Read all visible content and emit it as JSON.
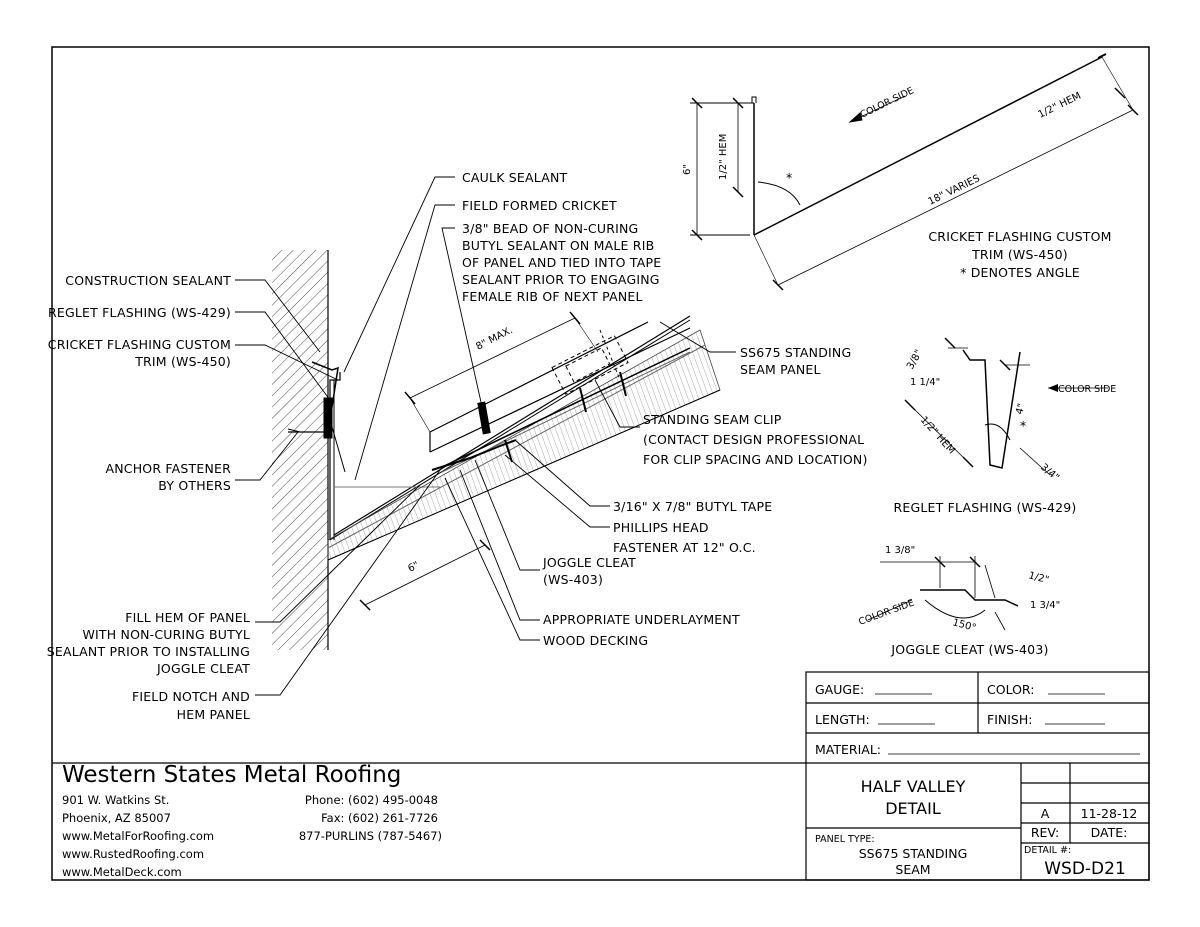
{
  "labels": {
    "caulk_sealant": "CAULK SEALANT",
    "field_formed_cricket": "FIELD FORMED CRICKET",
    "bead_line1": "3/8\" BEAD OF NON-CURING",
    "bead_line2": "BUTYL SEALANT ON MALE RIB",
    "bead_line3": "OF PANEL AND TIED INTO TAPE",
    "bead_line4": "SEALANT PRIOR TO ENGAGING",
    "bead_line5": "FEMALE RIB OF NEXT PANEL",
    "construction_sealant": "CONSTRUCTION SEALANT",
    "reglet_flashing": "REGLET FLASHING (WS-429)",
    "cricket_line1": "CRICKET FLASHING CUSTOM",
    "cricket_line2": "TRIM (WS-450)",
    "anchor_line1": "ANCHOR FASTENER",
    "anchor_line2": "BY OTHERS",
    "fill_line1": "FILL HEM OF PANEL",
    "fill_line2": "WITH NON-CURING BUTYL",
    "fill_line3": "SEALANT PRIOR TO INSTALLING",
    "fill_line4": "JOGGLE CLEAT",
    "notch_line1": "FIELD NOTCH AND",
    "notch_line2": "HEM PANEL",
    "ss675_line1": "SS675 STANDING",
    "ss675_line2": "SEAM PANEL",
    "clip_line1": "STANDING SEAM CLIP",
    "clip_line2": "(CONTACT DESIGN PROFESSIONAL",
    "clip_line3": "FOR CLIP SPACING AND LOCATION)",
    "butyl_tape": "3/16\" X 7/8\" BUTYL TAPE",
    "phillips_line1": "PHILLIPS HEAD",
    "phillips_line2": "FASTENER AT 12\" O.C.",
    "joggle_line1": "JOGGLE CLEAT",
    "joggle_line2": "(WS-403)",
    "underlayment": "APPROPRIATE UNDERLAYMENT",
    "wood_decking": "WOOD DECKING",
    "dim_8max": "8\" MAX.",
    "dim_6": "6\""
  },
  "details": {
    "cricket": {
      "color_side": "COLOR SIDE",
      "hem_top": "1/2\" HEM",
      "hem_left": "1/2\" HEM",
      "six": "6\"",
      "varies": "18\" VARIES",
      "star": "*",
      "caption1": "CRICKET FLASHING CUSTOM",
      "caption2": "TRIM (WS-450)",
      "caption3": "* DENOTES ANGLE"
    },
    "reglet": {
      "d38": "3/8\"",
      "d114": "1 1/4\"",
      "color_side": "COLOR SIDE",
      "d4": "4\"",
      "star": "*",
      "hem": "1/2\" HEM",
      "d34": "3/4\"",
      "caption": "REGLET FLASHING (WS-429)"
    },
    "joggle": {
      "d138": "1 3/8\"",
      "d12": "1/2\"",
      "color_side": "COLOR SIDE",
      "d150": "150°",
      "d134": "1 3/4\"",
      "caption": "JOGGLE CLEAT (WS-403)"
    }
  },
  "title_block": {
    "gauge": "GAUGE:",
    "color": "COLOR:",
    "length": "LENGTH:",
    "finish": "FINISH:",
    "material": "MATERIAL:",
    "title_line1": "HALF VALLEY",
    "title_line2": "DETAIL",
    "rev_value": "A",
    "date_value": "11-28-12",
    "rev_label": "REV:",
    "date_label": "DATE:",
    "panel_type_label": "PANEL TYPE:",
    "panel_type_line1": "SS675 STANDING",
    "panel_type_line2": "SEAM",
    "detail_label": "DETAIL #:",
    "detail_number": "WSD-D21"
  },
  "company": {
    "name": "Western States Metal Roofing",
    "address1": "901 W. Watkins St.",
    "address2": "Phoenix, AZ 85007",
    "web1": "www.MetalForRoofing.com",
    "web2": "www.RustedRoofing.com",
    "web3": "www.MetalDeck.com",
    "phone": "Phone: (602) 495-0048",
    "fax": "Fax: (602) 261-7726",
    "tollfree": "877-PURLINS (787-5467)"
  }
}
